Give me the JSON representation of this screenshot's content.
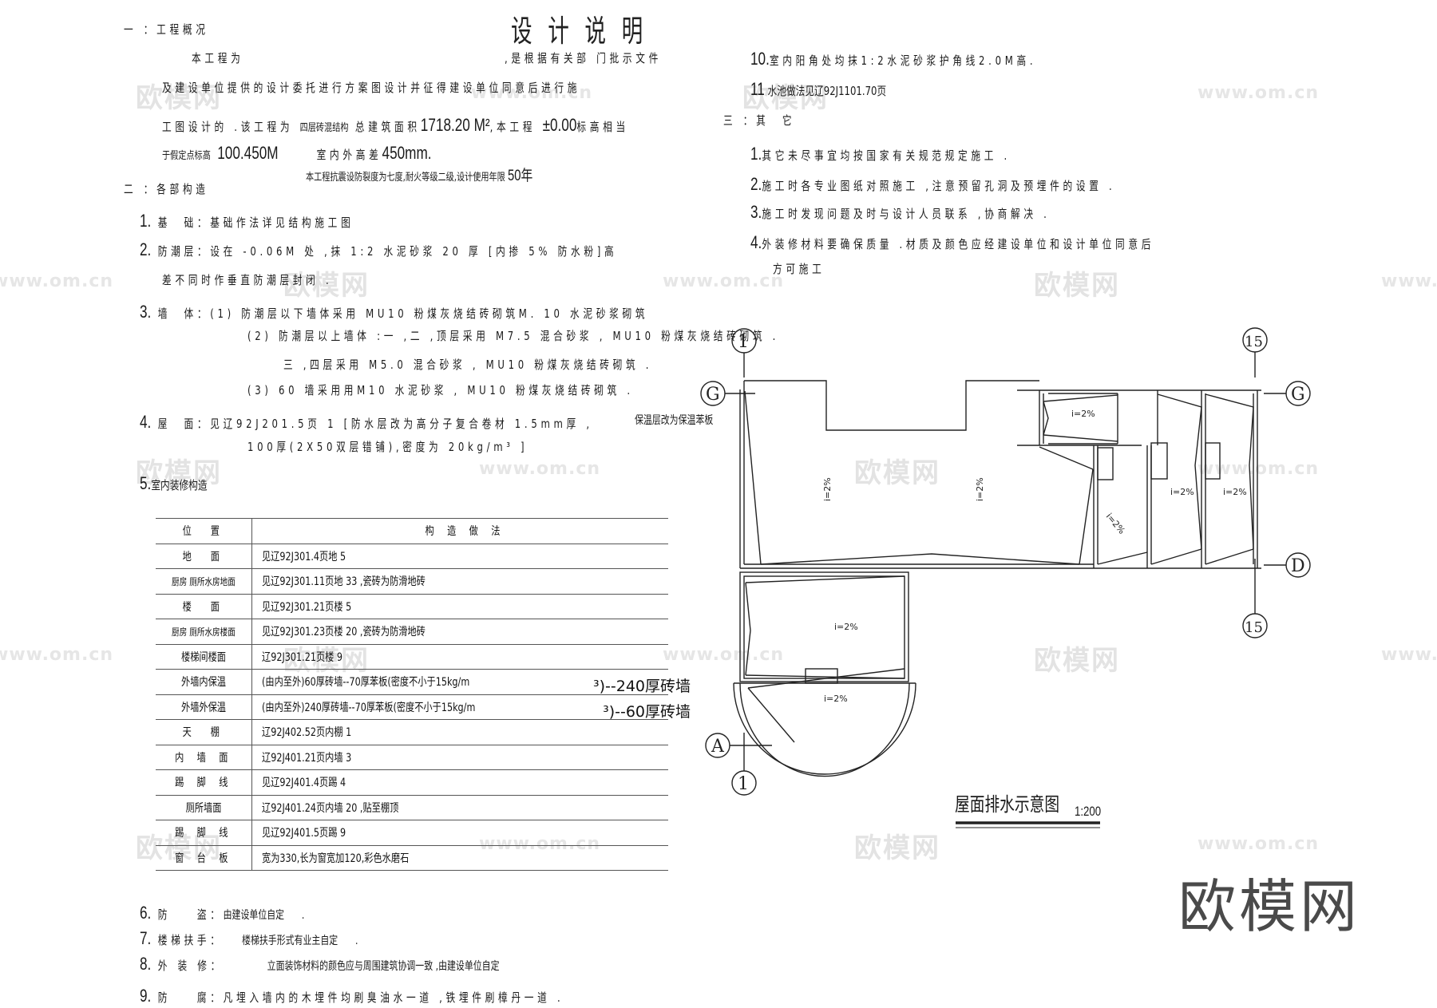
{
  "document": {
    "title": "设计说明",
    "section1": {
      "heading": "一 ：工程概况",
      "lines": [
        {
          "prefix": "本工程为",
          "suffix": ",是根据有关部 门批示文件"
        },
        {
          "text": "及建设单位提供的设计委托进行方案图设计并征得建设单位同意后进行施"
        },
        {
          "text": "工图设计的 .该工程为",
          "structure": "四层砖混结构",
          "area_label": "总建筑面积",
          "area_value": "1718.20 M²",
          "elev_label": ",本工程",
          "elev_value": "±0.00",
          "elev_suffix": "标高相当"
        },
        {
          "label": "于假定点标高",
          "value": "100.450M",
          "diff_label": "室内外高差",
          "diff_value": "450mm."
        },
        {
          "text": "本工程抗震设防裂度为七度,耐火等级二级,设计使用年限",
          "value": "50年"
        }
      ]
    },
    "section2": {
      "heading": "二 ：各部构造",
      "items": [
        {
          "num": "1.",
          "label": "基　础：",
          "text": "基础作法详见结构施工图"
        },
        {
          "num": "2.",
          "label": "防潮层：",
          "text": "设在 -0.06M 处 ,抹 1:2 水泥砂浆 20 厚 [内掺 5% 防水粉]高",
          "cont": "差不同时作垂直防潮层封闭 ."
        },
        {
          "num": "3.",
          "label": "墙　体：",
          "lines": [
            "(1) 防潮层以下墙体采用  MU10 粉煤灰烧结砖砌筑M.  10 水泥砂浆砌筑",
            "(2) 防潮层以上墙体 :一 ,二 ,顶层采用  M7.5 混合砂浆 ,  MU10 粉煤灰烧结砖砌筑 .",
            "三 ,四层采用  M5.0 混合砂浆 ,  MU10 粉煤灰烧结砖砌筑 .",
            "(3) 60 墙采用用M10 水泥砂浆 ,  MU10 粉煤灰烧结砖砌筑 ."
          ]
        },
        {
          "num": "4.",
          "label": "屋　面：",
          "lines": [
            "见辽92J201.5页 1  [防水层改为高分子复合卷材 1.5mm厚 ,",
            "100厚(2X50双层错铺),密度为 20kg/m³ ]"
          ],
          "note": "保温层改为保温苯板"
        },
        {
          "num": "5.",
          "label": "室内装修构造"
        }
      ],
      "finish_table": {
        "headers": [
          "位　置",
          "构 造 做 法"
        ],
        "rows": [
          {
            "location": "地　面",
            "method": "见辽92J301.4页地 5"
          },
          {
            "location": "厨房 厕所水房地面",
            "method": "见辽92J301.11页地 33 ,瓷砖为防滑地砖"
          },
          {
            "location": "楼　面",
            "method": "见辽92J301.21页楼 5"
          },
          {
            "location": "厨房 厕所水房楼面",
            "method": "见辽92J301.23页楼 20 ,瓷砖为防滑地砖"
          },
          {
            "location": "楼梯间楼面",
            "method": "辽92J301.21页楼 9"
          },
          {
            "location": "外墙内保温",
            "method": "(由内至外)60厚砖墙--70厚苯板(密度不小于15kg/m",
            "tail": "³)--240厚砖墙"
          },
          {
            "location": "外墙外保温",
            "method": "(由内至外)240厚砖墙--70厚苯板(密度不小于15kg/m",
            "tail": "³)--60厚砖墙"
          },
          {
            "location": "天　棚",
            "method": "辽92J402.52页内棚 1"
          },
          {
            "location": "内 墙 面",
            "method": "辽92J401.21页内墙 3"
          },
          {
            "location": "踢 脚 线",
            "method": "见辽92J401.4页踢 4"
          },
          {
            "location": "厕所墙面",
            "method": "辽92J401.24页内墙 20 ,贴至棚顶"
          },
          {
            "location": "踢 脚 线",
            "method": "见辽92J401.5页踢 9"
          },
          {
            "location": "窗 台 板",
            "method": "宽为330,长为窗宽加120,彩色水磨石"
          }
        ]
      },
      "more_items": [
        {
          "num": "6.",
          "label": "防　　盗：",
          "text": "由建设单位自定　　."
        },
        {
          "num": "7.",
          "label": "楼梯扶手：",
          "text": "楼梯扶手形式有业主自定　　."
        },
        {
          "num": "8.",
          "label": "外 装 修：",
          "text": "立面装饰材料的颜色应与周围建筑协调一致 ,由建设单位自定"
        },
        {
          "num": "9.",
          "label": "防　　腐：",
          "text": "凡埋入墙内的木埋件均刷臭油水一道 ,铁埋件刷樟丹一道 ."
        },
        {
          "num": "10.",
          "text": "室内阳角处均抹1:2水泥砂浆护角线2.0M高."
        },
        {
          "num": "11",
          "text": "水池做法见辽92J1101.70页"
        }
      ]
    },
    "section3": {
      "heading": "三 ：其　它",
      "items": [
        {
          "num": "1.",
          "text": "其它未尽事宜均按国家有关规范规定施工 ."
        },
        {
          "num": "2.",
          "text": "施工时各专业图纸对照施工 ,注意预留孔洞及预埋件的设置 ."
        },
        {
          "num": "3.",
          "text": "施工时发现问题及时与设计人员联系 ,协商解决 ."
        },
        {
          "num": "4.",
          "text": "外装修材料要确保质量 .材质及颜色应经建设单位和设计单位同意后",
          "cont": "方可施工"
        }
      ]
    },
    "drawing": {
      "title": "屋面排水示意图",
      "scale": "1:200",
      "axis_labels": {
        "col_left": "1",
        "col_right": "15",
        "row_top": "G",
        "row_mid": "D",
        "row_bottom": "A"
      },
      "slope_label": "i=2%"
    },
    "watermark": {
      "text": "欧模网",
      "url": "www.om.cn"
    }
  }
}
